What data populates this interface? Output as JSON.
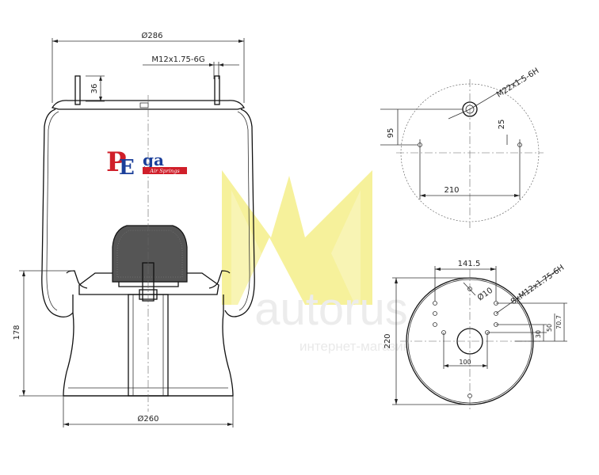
{
  "colors": {
    "line": "#222222",
    "watermark_yellow": "#f5ef8a",
    "logo_red": "#d01f2a",
    "logo_blue": "#1b3f9a",
    "piston_fill": "#555555"
  },
  "logo": {
    "letter_p": "P",
    "letter_e": "E",
    "suffix": "ga",
    "tagline": "Air Springs"
  },
  "watermark": {
    "text_large": "autorus",
    "text_small": "интернет-магазин"
  },
  "side_view": {
    "top_diameter": "Ø286",
    "thread": "M12x1.75-6G",
    "stud_height": "36",
    "height": "178",
    "bottom_diameter": "Ø260"
  },
  "top_view": {
    "thread": "M22x1.5-6H",
    "offset_y": "95",
    "offset_small": "25",
    "hole_spacing": "210"
  },
  "bottom_view": {
    "width_dim": "141.5",
    "hole_diameter": "Ø10",
    "bolt_thread": "8xM12x1.75-6H",
    "height_dim": "220",
    "center_dim": "100",
    "dim_30": "30",
    "dim_50": "50",
    "dim_70_7": "70.7"
  }
}
